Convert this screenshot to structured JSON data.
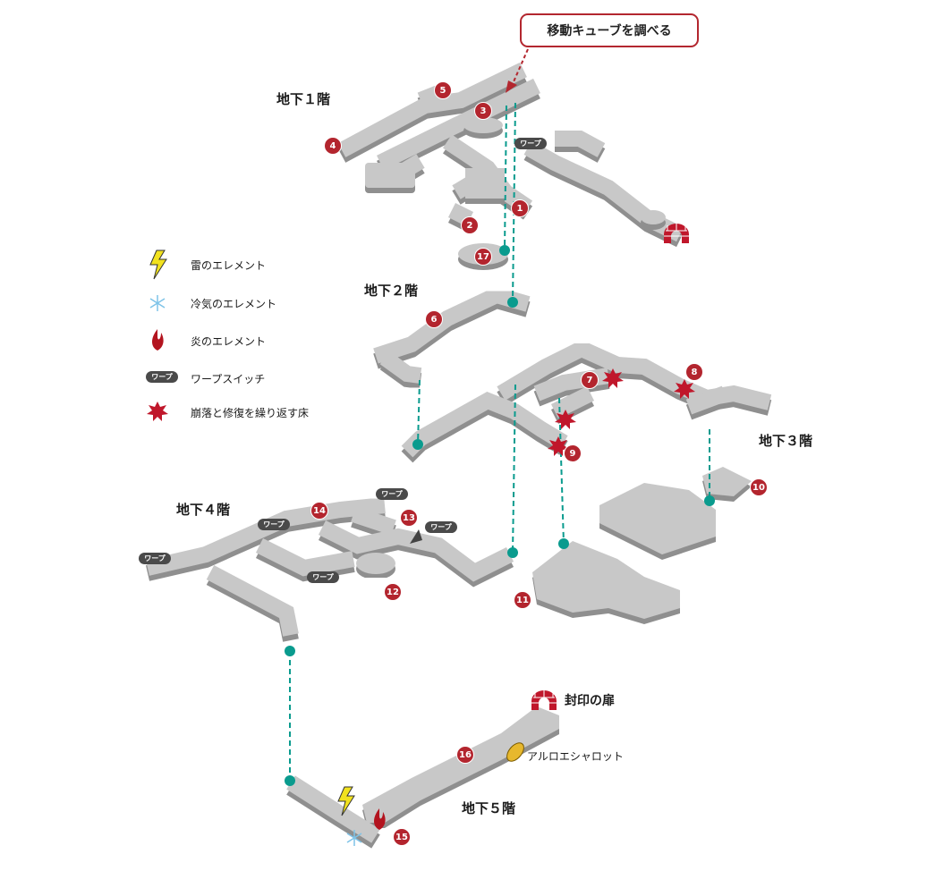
{
  "callout": {
    "text": "移動キューブを調べる"
  },
  "floors": {
    "b1": "地下１階",
    "b2": "地下２階",
    "b3": "地下３階",
    "b4": "地下４階",
    "b5": "地下５階"
  },
  "legend": {
    "thunder": "雷のエレメント",
    "ice": "冷気のエレメント",
    "fire": "炎のエレメント",
    "warp": "ワープスイッチ",
    "warp_badge": "ワープ",
    "collapse": "崩落と修復を繰り返す床"
  },
  "warp_label": "ワープ",
  "places": {
    "seal_door": "封印の扉",
    "item": "アルロエシャロット"
  },
  "markers": [
    "1",
    "2",
    "3",
    "4",
    "5",
    "6",
    "7",
    "8",
    "9",
    "10",
    "11",
    "12",
    "13",
    "14",
    "15",
    "16",
    "17"
  ],
  "colors": {
    "marker": "#b3252e",
    "link": "#0a9b8e",
    "floor_top": "#c8c8c8",
    "floor_side": "#9a9a9a",
    "warp": "#4a4a4a"
  }
}
